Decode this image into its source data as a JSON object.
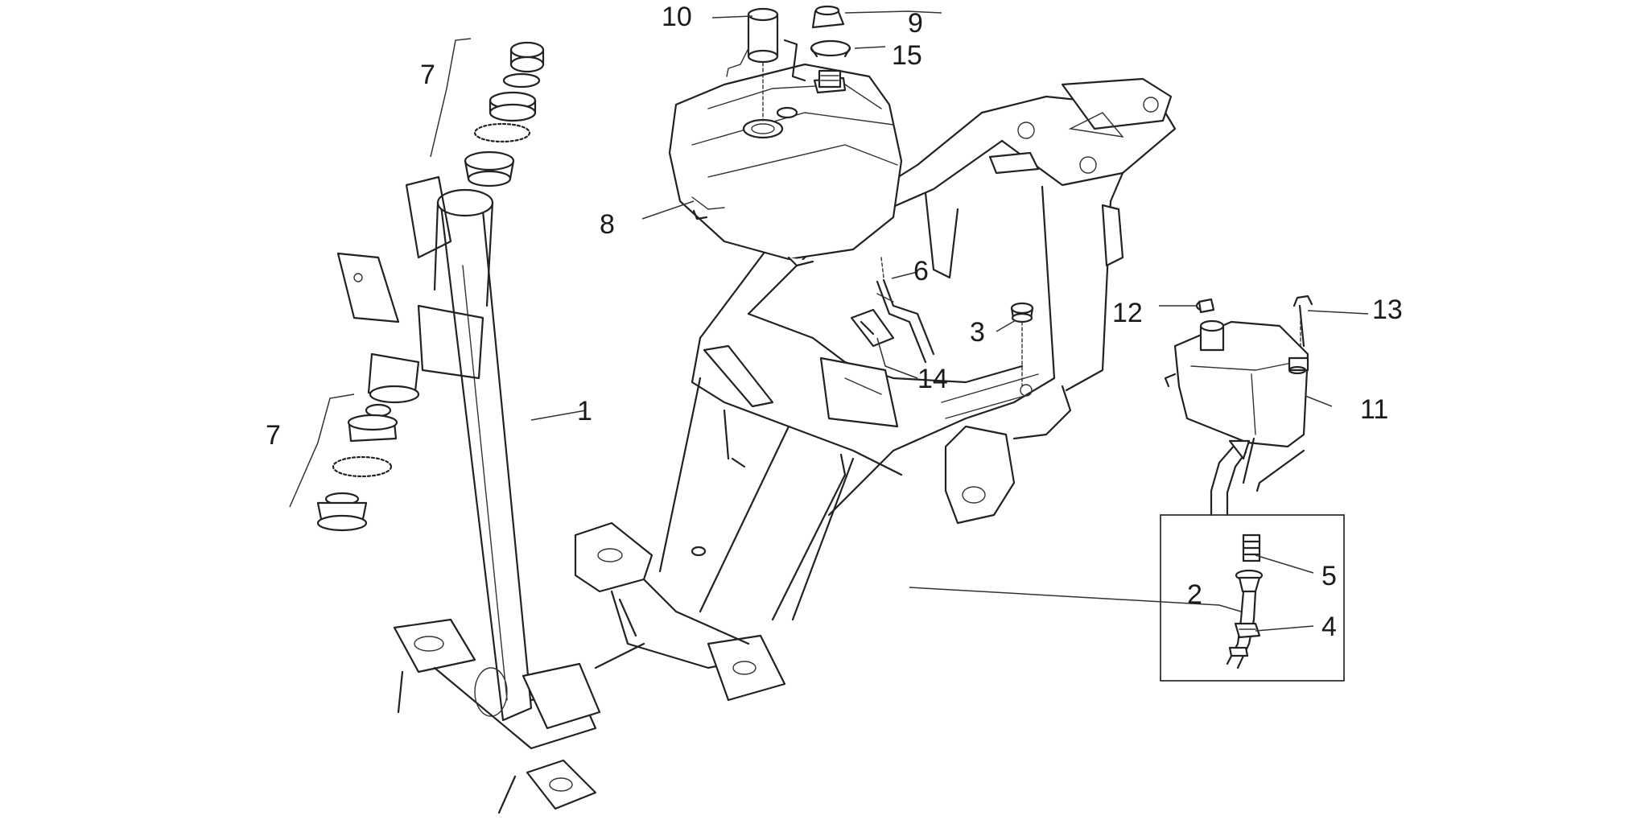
{
  "colors": {
    "line": "#222222",
    "background": "#ffffff"
  },
  "callouts": {
    "c1": "1",
    "c2": "2",
    "c3": "3",
    "c4": "4",
    "c5": "5",
    "c6": "6",
    "c7_top": "7",
    "c7_bottom": "7",
    "c8": "8",
    "c9": "9",
    "c10": "10",
    "c11": "11",
    "c12": "12",
    "c13": "13",
    "c14": "14",
    "c15": "15"
  }
}
